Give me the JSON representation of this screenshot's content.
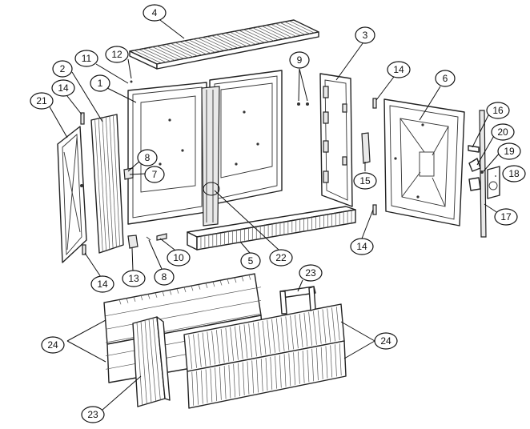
{
  "callouts": [
    {
      "id": "c4",
      "label": "4"
    },
    {
      "id": "c12",
      "label": "12"
    },
    {
      "id": "c11",
      "label": "11"
    },
    {
      "id": "c2",
      "label": "2"
    },
    {
      "id": "c1",
      "label": "1"
    },
    {
      "id": "c14a",
      "label": "14"
    },
    {
      "id": "c21",
      "label": "21"
    },
    {
      "id": "c9",
      "label": "9"
    },
    {
      "id": "c3",
      "label": "3"
    },
    {
      "id": "c14b",
      "label": "14"
    },
    {
      "id": "c6",
      "label": "6"
    },
    {
      "id": "c8a",
      "label": "8"
    },
    {
      "id": "c7",
      "label": "7"
    },
    {
      "id": "c16",
      "label": "16"
    },
    {
      "id": "c20",
      "label": "20"
    },
    {
      "id": "c19",
      "label": "19"
    },
    {
      "id": "c18",
      "label": "18"
    },
    {
      "id": "c15",
      "label": "15"
    },
    {
      "id": "c17",
      "label": "17"
    },
    {
      "id": "c14c",
      "label": "14"
    },
    {
      "id": "c10",
      "label": "10"
    },
    {
      "id": "c5",
      "label": "5"
    },
    {
      "id": "c22",
      "label": "22"
    },
    {
      "id": "c14d",
      "label": "14"
    },
    {
      "id": "c13",
      "label": "13"
    },
    {
      "id": "c8b",
      "label": "8"
    },
    {
      "id": "c23a",
      "label": "23"
    },
    {
      "id": "c24a",
      "label": "24"
    },
    {
      "id": "c24b",
      "label": "24"
    },
    {
      "id": "c23b",
      "label": "23"
    }
  ]
}
